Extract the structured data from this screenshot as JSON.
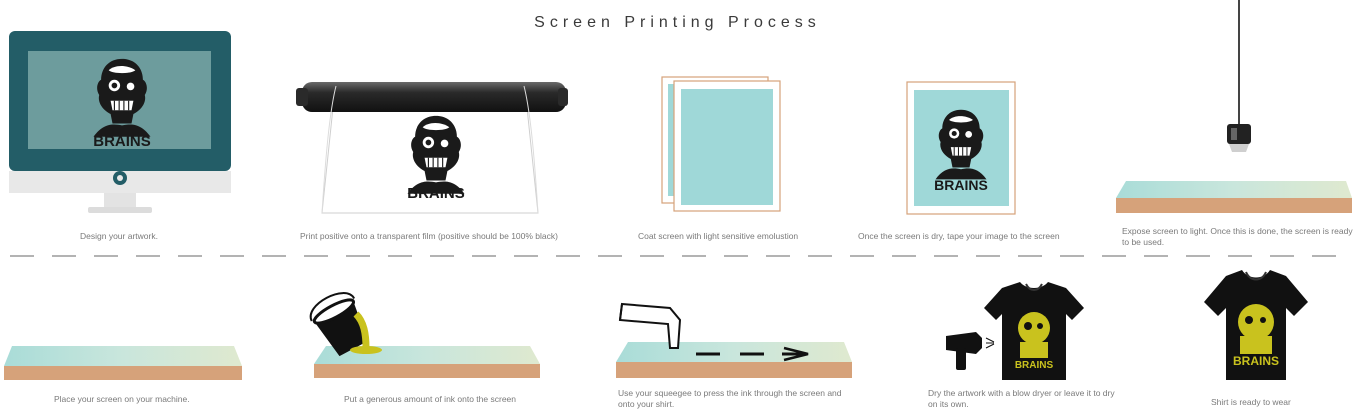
{
  "title": "Screen Printing Process",
  "brand_text": "BRAINS",
  "colors": {
    "screen_teal": "#9fd8d8",
    "board_tan": "#d6a27a",
    "monitor_teal": "#235d67",
    "shirt_print_yellow": "#c9c21e",
    "ink_yellow": "#c9c21e"
  },
  "steps_top": [
    {
      "caption": "Design your artwork."
    },
    {
      "caption": "Print positive onto a transparent film (positive should be 100% black)"
    },
    {
      "caption": "Coat screen with light sensitive emolustion"
    },
    {
      "caption": "Once the screen is dry, tape your image to the screen"
    },
    {
      "caption": "Expose screen to light. Once this is done, the screen is ready to be used."
    }
  ],
  "steps_bottom": [
    {
      "caption": "Place your screen on your machine."
    },
    {
      "caption": "Put a generous amount of ink onto the screen"
    },
    {
      "caption": "Use your squeegee to press the ink through the screen and onto your shirt."
    },
    {
      "caption": "Dry the artwork with a blow dryer or leave it to dry on its own."
    },
    {
      "caption": "Shirt is ready to wear"
    }
  ]
}
